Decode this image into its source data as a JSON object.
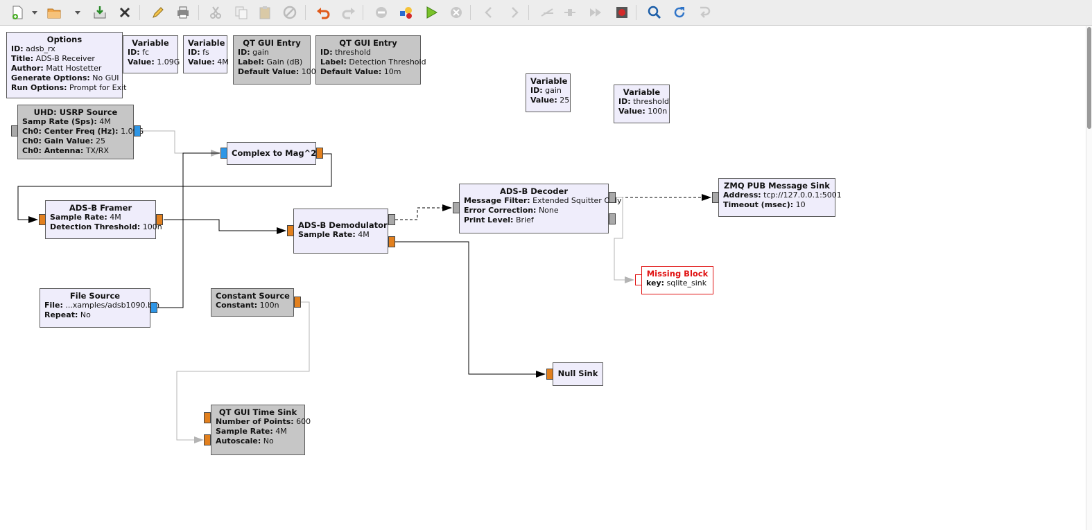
{
  "toolbar": {
    "buttons": [
      {
        "name": "new-icon",
        "kind": "new"
      },
      {
        "name": "new-dropdown-icon",
        "kind": "drop"
      },
      {
        "name": "open-icon",
        "kind": "open"
      },
      {
        "name": "open-dropdown-icon",
        "kind": "drop"
      },
      {
        "name": "save-icon",
        "kind": "save"
      },
      {
        "name": "close-icon",
        "kind": "close"
      },
      {
        "name": "edit-icon",
        "kind": "edit"
      },
      {
        "name": "print-icon",
        "kind": "print"
      },
      {
        "name": "cut-icon",
        "kind": "cut"
      },
      {
        "name": "copy-icon",
        "kind": "copy"
      },
      {
        "name": "paste-icon",
        "kind": "paste"
      },
      {
        "name": "delete-icon",
        "kind": "delete"
      },
      {
        "name": "undo-icon",
        "kind": "undo"
      },
      {
        "name": "redo-icon",
        "kind": "redo"
      },
      {
        "name": "disable-icon",
        "kind": "disable"
      },
      {
        "name": "generate-icon",
        "kind": "generate"
      },
      {
        "name": "execute-icon",
        "kind": "execute"
      },
      {
        "name": "kill-icon",
        "kind": "kill"
      },
      {
        "name": "rotate-left-icon",
        "kind": "rotl"
      },
      {
        "name": "rotate-right-icon",
        "kind": "rotr"
      },
      {
        "name": "enable-icon",
        "kind": "enable"
      },
      {
        "name": "bypass-icon",
        "kind": "bypass"
      },
      {
        "name": "fast-forward-icon",
        "kind": "ff"
      },
      {
        "name": "screenshot-icon",
        "kind": "shot"
      },
      {
        "name": "find-icon",
        "kind": "find"
      },
      {
        "name": "reload-icon",
        "kind": "reload"
      },
      {
        "name": "more-icon",
        "kind": "more"
      }
    ]
  },
  "colors": {
    "block_bg": "#efedfb",
    "disabled_block_bg": "#c6c6c6",
    "complex_port": "#2e96e6",
    "float_port": "#e2801e",
    "message_port": "#a9a9a9",
    "missing": "#e01010"
  },
  "blocks": {
    "options": {
      "title": "Options",
      "params": [
        {
          "k": "ID:",
          "v": " adsb_rx"
        },
        {
          "k": "Title:",
          "v": " ADS-B Receiver"
        },
        {
          "k": "Author:",
          "v": " Matt Hostetter"
        },
        {
          "k": "Generate Options:",
          "v": " No GUI"
        },
        {
          "k": "Run Options:",
          "v": " Prompt for Exit"
        }
      ]
    },
    "var_fc": {
      "title": "Variable",
      "params": [
        {
          "k": "ID:",
          "v": " fc"
        },
        {
          "k": "Value:",
          "v": " 1.09G"
        }
      ]
    },
    "var_fs": {
      "title": "Variable",
      "params": [
        {
          "k": "ID:",
          "v": " fs"
        },
        {
          "k": "Value:",
          "v": " 4M"
        }
      ]
    },
    "qt_gain": {
      "title": "QT GUI Entry",
      "params": [
        {
          "k": "ID:",
          "v": " gain"
        },
        {
          "k": "Label:",
          "v": " Gain (dB)"
        },
        {
          "k": "Default Value:",
          "v": " 100"
        }
      ]
    },
    "qt_thresh": {
      "title": "QT GUI Entry",
      "params": [
        {
          "k": "ID:",
          "v": " threshold"
        },
        {
          "k": "Label:",
          "v": " Detection Threshold"
        },
        {
          "k": "Default Value:",
          "v": " 10m"
        }
      ]
    },
    "var_gain": {
      "title": "Variable",
      "params": [
        {
          "k": "ID:",
          "v": " gain"
        },
        {
          "k": "Value:",
          "v": " 25"
        }
      ]
    },
    "var_thresh": {
      "title": "Variable",
      "params": [
        {
          "k": "ID:",
          "v": " threshold"
        },
        {
          "k": "Value:",
          "v": " 100n"
        }
      ]
    },
    "usrp": {
      "title": "UHD: USRP Source",
      "params": [
        {
          "k": "Samp Rate (Sps):",
          "v": " 4M"
        },
        {
          "k": "Ch0: Center Freq (Hz):",
          "v": " 1.09G"
        },
        {
          "k": "Ch0: Gain Value:",
          "v": " 25"
        },
        {
          "k": "Ch0: Antenna:",
          "v": " TX/RX"
        }
      ]
    },
    "c2mag": {
      "title": "Complex to Mag^2",
      "params": []
    },
    "framer": {
      "title": "ADS-B Framer",
      "params": [
        {
          "k": "Sample Rate:",
          "v": " 4M"
        },
        {
          "k": "Detection Threshold:",
          "v": " 100n"
        }
      ]
    },
    "demod": {
      "title": "ADS-B Demodulator",
      "params": [
        {
          "k": "Sample Rate:",
          "v": " 4M"
        }
      ]
    },
    "decoder": {
      "title": "ADS-B Decoder",
      "params": [
        {
          "k": "Message Filter:",
          "v": " Extended Squitter Only"
        },
        {
          "k": "Error Correction:",
          "v": " None"
        },
        {
          "k": "Print Level:",
          "v": " Brief"
        }
      ]
    },
    "zmq": {
      "title": "ZMQ PUB Message Sink",
      "params": [
        {
          "k": "Address:",
          "v": " tcp://127.0.0.1:5001"
        },
        {
          "k": "Timeout (msec):",
          "v": " 10"
        }
      ]
    },
    "missing": {
      "title": "Missing Block",
      "params": [
        {
          "k": "key:",
          "v": " sqlite_sink"
        }
      ]
    },
    "filesrc": {
      "title": "File Source",
      "params": [
        {
          "k": "File:",
          "v": " ...xamples/adsb1090.bin"
        },
        {
          "k": "Repeat:",
          "v": " No"
        }
      ]
    },
    "constsrc": {
      "title": "Constant Source",
      "params": [
        {
          "k": "Constant:",
          "v": " 100n"
        }
      ]
    },
    "nullsink": {
      "title": "Null Sink",
      "params": []
    },
    "timesink": {
      "title": "QT GUI Time Sink",
      "params": [
        {
          "k": "Number of Points:",
          "v": " 600"
        },
        {
          "k": "Sample Rate:",
          "v": " 4M"
        },
        {
          "k": "Autoscale:",
          "v": " No"
        }
      ]
    }
  }
}
